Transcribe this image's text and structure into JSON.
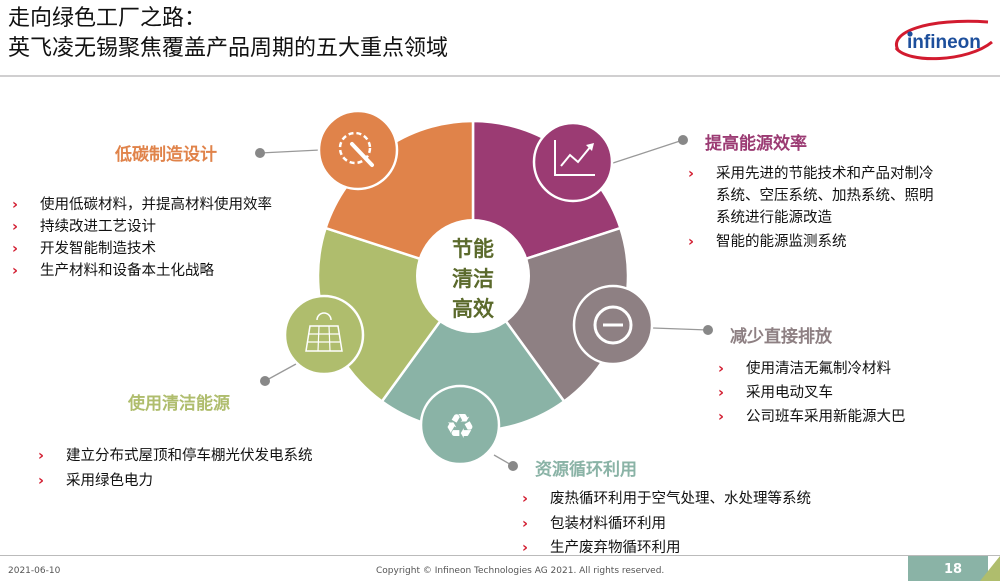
{
  "header": {
    "title_line1": "走向绿色工厂之路：",
    "title_line2": "英飞凌无锡聚焦覆盖产品周期的五大重点领域",
    "logo_text": "infineon"
  },
  "colors": {
    "orange": "#E0834A",
    "purple": "#9B3B73",
    "gray": "#8E8083",
    "teal": "#8AB3A6",
    "green": "#AFBD6D",
    "bullet": "#D21B2F"
  },
  "wheel": {
    "center_lines": [
      "节能",
      "清洁",
      "高效"
    ]
  },
  "sections": {
    "low_carbon": {
      "heading": "低碳制造设计",
      "icon": "gear-wrench-icon",
      "bullets": [
        "使用低碳材料，并提高材料使用效率",
        "持续改进工艺设计",
        "开发智能制造技术",
        "生产材料和设备本土化战略"
      ]
    },
    "energy_efficiency": {
      "heading": "提高能源效率",
      "icon": "line-chart-icon",
      "bullets": [
        "采用先进的节能技术和产品对制冷",
        "系统、空压系统、加热系统、照明",
        "系统进行能源改造",
        "智能的能源监测系统"
      ]
    },
    "emission": {
      "heading": "减少直接排放",
      "icon": "minus-circle-icon",
      "bullets": [
        "使用清洁无氟制冷材料",
        "采用电动叉车",
        "公司班车采用新能源大巴"
      ]
    },
    "clean_energy": {
      "heading": "使用清洁能源",
      "icon": "solar-panel-icon",
      "bullets": [
        "建立分布式屋顶和停车棚光伏发电系统",
        "采用绿色电力"
      ]
    },
    "recycling": {
      "heading": "资源循环利用",
      "icon": "recycle-icon",
      "bullets": [
        "废热循环利用于空气处理、水处理等系统",
        "包装材料循环利用",
        "生产废弃物循环利用"
      ]
    }
  },
  "footer": {
    "date": "2021-06-10",
    "copyright": "Copyright © Infineon Technologies AG 2021. All rights reserved.",
    "page": "18"
  }
}
